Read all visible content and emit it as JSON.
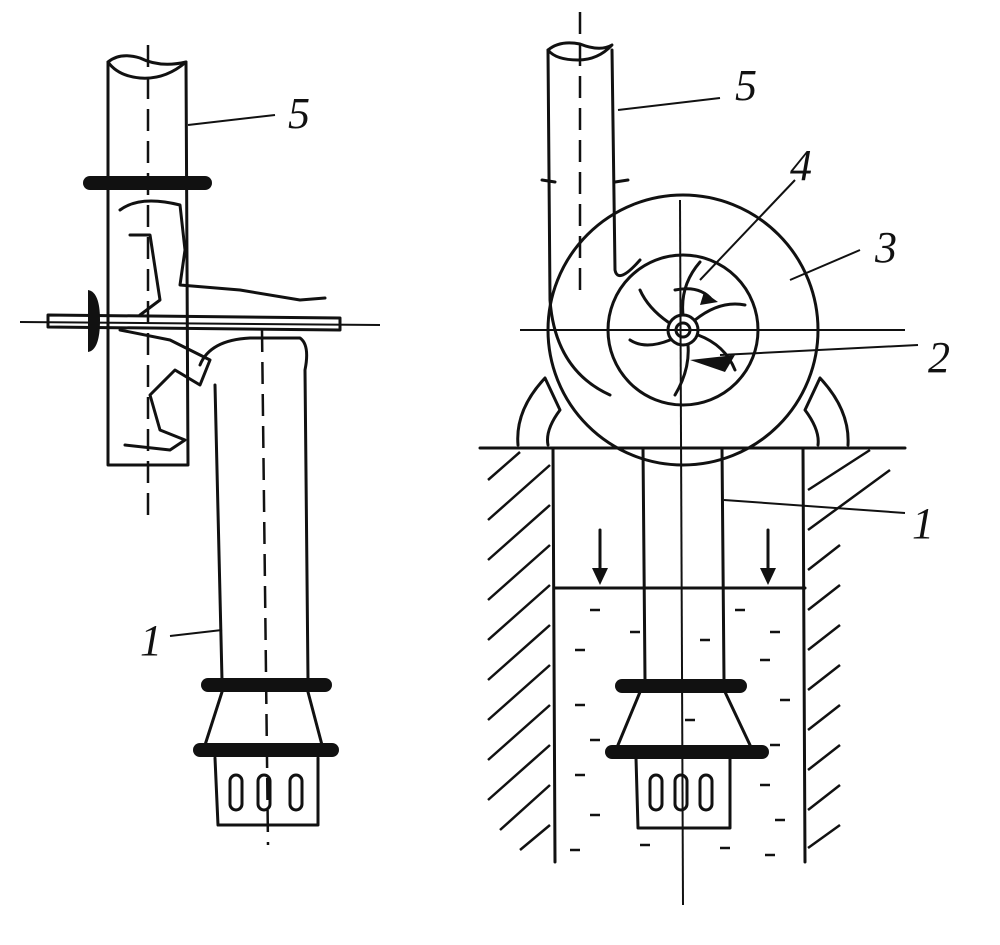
{
  "labels": {
    "l1_left": "1",
    "l5_left": "5",
    "l1_right": "1",
    "l2": "2",
    "l3": "3",
    "l4": "4",
    "l5_right": "5"
  },
  "colors": {
    "ink": "#111111",
    "paper": "#ffffff"
  }
}
